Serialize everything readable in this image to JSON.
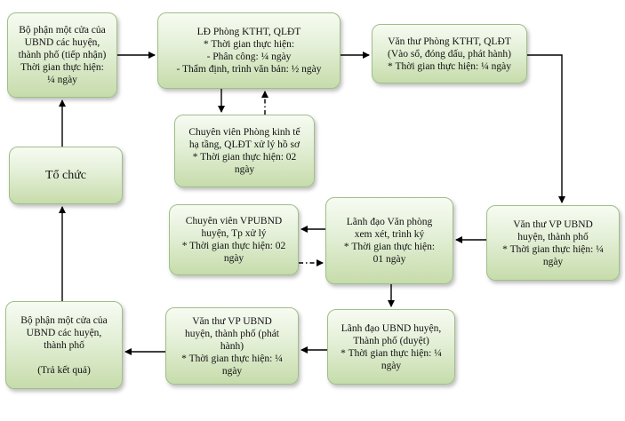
{
  "diagram": {
    "nodes": [
      {
        "id": "n1",
        "lines": [
          "Bộ phận một cửa của",
          "UBND các huyện,",
          "thành phố (tiếp nhận)",
          "Thời gian thực hiện:",
          "¼ ngày"
        ]
      },
      {
        "id": "n2",
        "lines": [
          "LĐ Phòng KTHT, QLĐT",
          "* Thời gian thực hiện:",
          "- Phân công: ¼  ngày",
          "- Thẩm định, trình văn bản: ½ ngày"
        ]
      },
      {
        "id": "n3",
        "lines": [
          "Văn thư Phòng KTHT, QLĐT",
          "(Vào sổ, đóng dấu, phát hành)",
          "* Thời gian thực hiện: ¼ ngày"
        ]
      },
      {
        "id": "n4",
        "lines": [
          "Chuyên viên Phòng kinh tế",
          "hạ tầng, QLĐT xử lý hồ sơ",
          "* Thời gian thực hiện: 02",
          "ngày"
        ]
      },
      {
        "id": "n5",
        "lines": [
          "Tổ chức"
        ]
      },
      {
        "id": "n6",
        "lines": [
          "Chuyên viên VPUBND",
          "huyện, Tp xử lý",
          "* Thời gian thực hiện: 02",
          "ngày"
        ]
      },
      {
        "id": "n7",
        "lines": [
          "Lãnh đạo Văn phòng",
          "xem xét, trình ký",
          "* Thời gian thực hiện:",
          "01 ngày"
        ]
      },
      {
        "id": "n8",
        "lines": [
          "Văn thư VP UBND",
          "huyện, thành phố",
          "* Thời gian thực hiện: ¼",
          "ngày"
        ]
      },
      {
        "id": "n9",
        "lines": [
          "Bộ phận một cửa của",
          "UBND các huyện,",
          "thành phố",
          "",
          "(Trả kết quả)"
        ]
      },
      {
        "id": "n10",
        "lines": [
          "Văn thư VP UBND",
          "huyện, thành phố (phát",
          "hành)",
          "* Thời gian thực hiện: ¼",
          "ngày"
        ]
      },
      {
        "id": "n11",
        "lines": [
          "Lãnh đạo UBND huyện,",
          "Thành phố (duyệt)",
          "* Thời gian thực hiện: ¼",
          "ngày"
        ]
      }
    ],
    "edges": [
      {
        "from": "n1",
        "to": "n2",
        "style": "solid"
      },
      {
        "from": "n2",
        "to": "n3",
        "style": "solid"
      },
      {
        "from": "n2",
        "to": "n4",
        "style": "solid"
      },
      {
        "from": "n4",
        "to": "n2",
        "style": "dashdot"
      },
      {
        "from": "n3",
        "to": "n8",
        "style": "solid"
      },
      {
        "from": "n8",
        "to": "n7",
        "style": "solid"
      },
      {
        "from": "n7",
        "to": "n6",
        "style": "solid"
      },
      {
        "from": "n6",
        "to": "n7",
        "style": "dashdot"
      },
      {
        "from": "n7",
        "to": "n11",
        "style": "solid"
      },
      {
        "from": "n11",
        "to": "n10",
        "style": "solid"
      },
      {
        "from": "n10",
        "to": "n9",
        "style": "solid"
      },
      {
        "from": "n9",
        "to": "n5",
        "style": "solid"
      },
      {
        "from": "n5",
        "to": "n1",
        "style": "solid"
      }
    ]
  }
}
